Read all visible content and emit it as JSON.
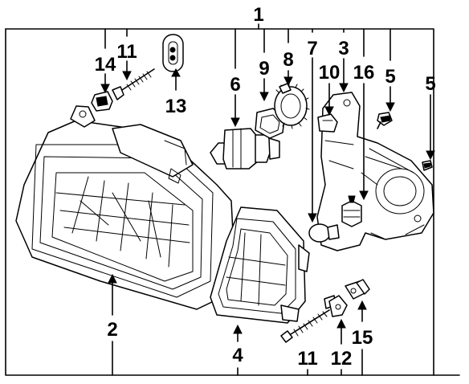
{
  "labels": {
    "p1": "1",
    "p2": "2",
    "p3": "3",
    "p4": "4",
    "p5a": "5",
    "p5b": "5",
    "p6": "6",
    "p7": "7",
    "p8": "8",
    "p9": "9",
    "p10": "10",
    "p11a": "11",
    "p11b": "11",
    "p12": "12",
    "p13": "13",
    "p14": "14",
    "p15": "15",
    "p16": "16"
  }
}
